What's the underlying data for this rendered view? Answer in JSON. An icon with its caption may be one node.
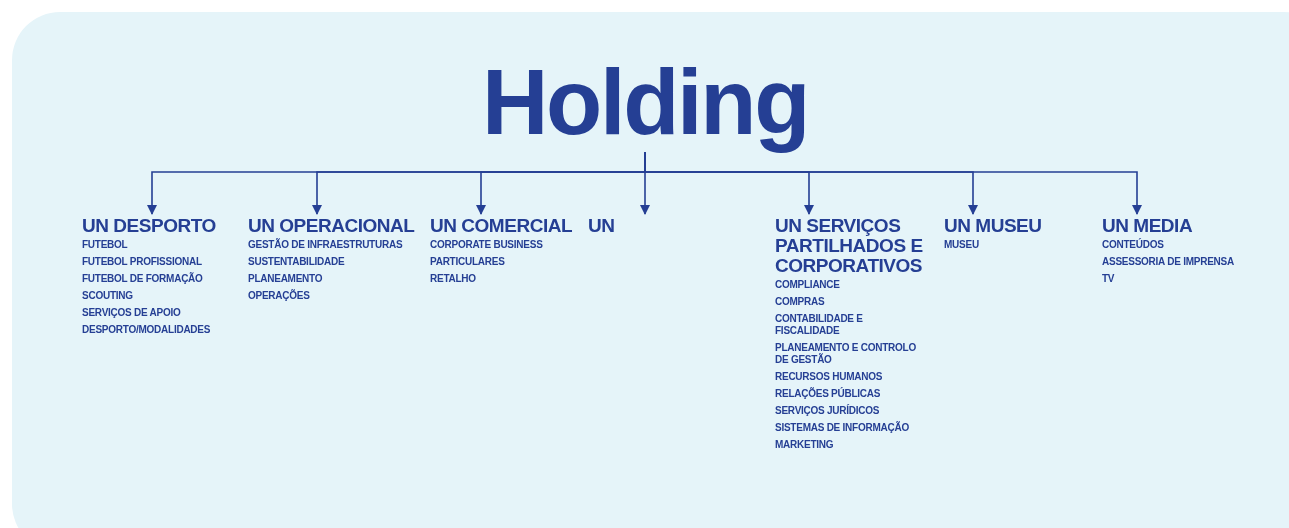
{
  "diagram": {
    "nodes": [
      {
        "text": [
          "Holding"
        ]
      },
      {
        "text": [
          "UN DESPORTO",
          "FUTEBOL",
          "FUTEBOL PROFISSIONAL",
          "FUTEBOL DE FORMAÇÃO",
          "SCOUTING",
          "SERVIÇOS DE APOIO",
          "DESPORTO/MODALIDADES"
        ]
      },
      {
        "text": [
          "UN OPERACIONAL",
          "GESTÃO DE INFRAESTRUTURAS",
          "SUSTENTABILIDADE",
          "PLANEAMENTO",
          "OPERAÇÕES"
        ]
      },
      {
        "text": [
          "UN COMERCIAL",
          "CORPORATE BUSINESS",
          "PARTICULARES",
          "RETALHO"
        ]
      },
      {
        "text": [
          "UN"
        ]
      },
      {
        "text": [
          "UN SERVIÇOS PARTILHADOS E CORPORATIVOS",
          "COMPLIANCE",
          "COMPRAS",
          "CONTABILIDADE E FISCALIDADE",
          "PLANEAMENTO E CONTROLO DE GESTÃO",
          "RECURSOS HUMANOS",
          "RELAÇÕES PÚBLICAS",
          "SERVIÇOS JURÍDICOS",
          "SISTEMAS DE INFORMAÇÃO",
          "MARKETING"
        ]
      },
      {
        "text": [
          "UN MUSEU",
          "MUSEU"
        ]
      },
      {
        "text": [
          "UN MEDIA",
          "CONTEÚDOS",
          "ASSESSORIA DE IMPRENSA",
          "TV"
        ]
      }
    ],
    "edges": [
      {
        "from": 0,
        "to": 1,
        "arrow": "to"
      },
      {
        "from": 0,
        "to": 2,
        "arrow": "to"
      },
      {
        "from": 0,
        "to": 3,
        "arrow": "to"
      },
      {
        "from": 0,
        "to": 4,
        "arrow": "to"
      },
      {
        "from": 0,
        "to": 5,
        "arrow": "to"
      },
      {
        "from": 0,
        "to": 6,
        "arrow": "to"
      },
      {
        "from": 0,
        "to": 7,
        "arrow": "to"
      }
    ]
  }
}
